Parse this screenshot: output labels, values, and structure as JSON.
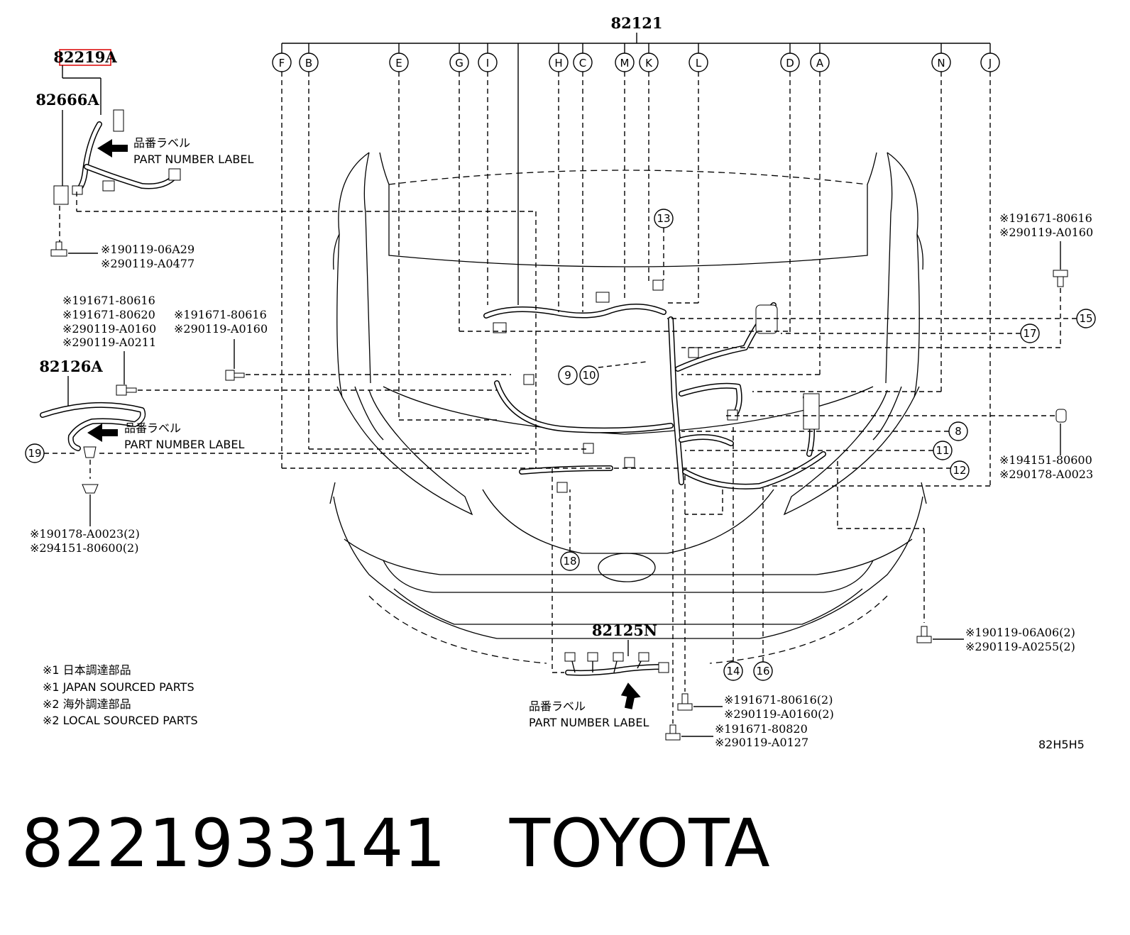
{
  "diagram": {
    "main_part": "82121",
    "highlighted_part": "82219A",
    "code": "82H5H5",
    "parts": {
      "p82666a": "82666A",
      "p82126a": "82126A",
      "p82125n": "82125N"
    },
    "part_number_label": {
      "jp": "品番ラベル",
      "en": "PART NUMBER LABEL"
    },
    "connector_letters": [
      "F",
      "B",
      "E",
      "G",
      "I",
      "H",
      "C",
      "M",
      "K",
      "L",
      "D",
      "A",
      "N",
      "J"
    ],
    "callouts": [
      "8",
      "9",
      "10",
      "11",
      "12",
      "13",
      "14",
      "15",
      "16",
      "17",
      "18",
      "19"
    ],
    "refs": {
      "top_left": [
        "※190119-06A29",
        "※290119-A0477"
      ],
      "left_a": [
        "※191671-80616",
        "※191671-80620",
        "※290119-A0160",
        "※290119-A0211"
      ],
      "left_b": [
        "※191671-80616",
        "※290119-A0160"
      ],
      "left_bottom": [
        "※190178-A0023(2)",
        "※294151-80600(2)"
      ],
      "right_top": [
        "※191671-80616",
        "※290119-A0160"
      ],
      "right_mid": [
        "※194151-80600",
        "※290178-A0023"
      ],
      "right_bottom": [
        "※190119-06A06(2)",
        "※290119-A0255(2)"
      ],
      "center_a": [
        "※191671-80616(2)",
        "※290119-A0160(2)"
      ],
      "center_b": [
        "※191671-80820",
        "※290119-A0127"
      ]
    },
    "legend": [
      "※1 日本調達部品",
      "※1 JAPAN SOURCED PARTS",
      "※2 海外調達部品",
      "※2 LOCAL SOURCED PARTS"
    ]
  },
  "footer": {
    "part_number": "8221933141",
    "brand": "TOYOTA"
  }
}
